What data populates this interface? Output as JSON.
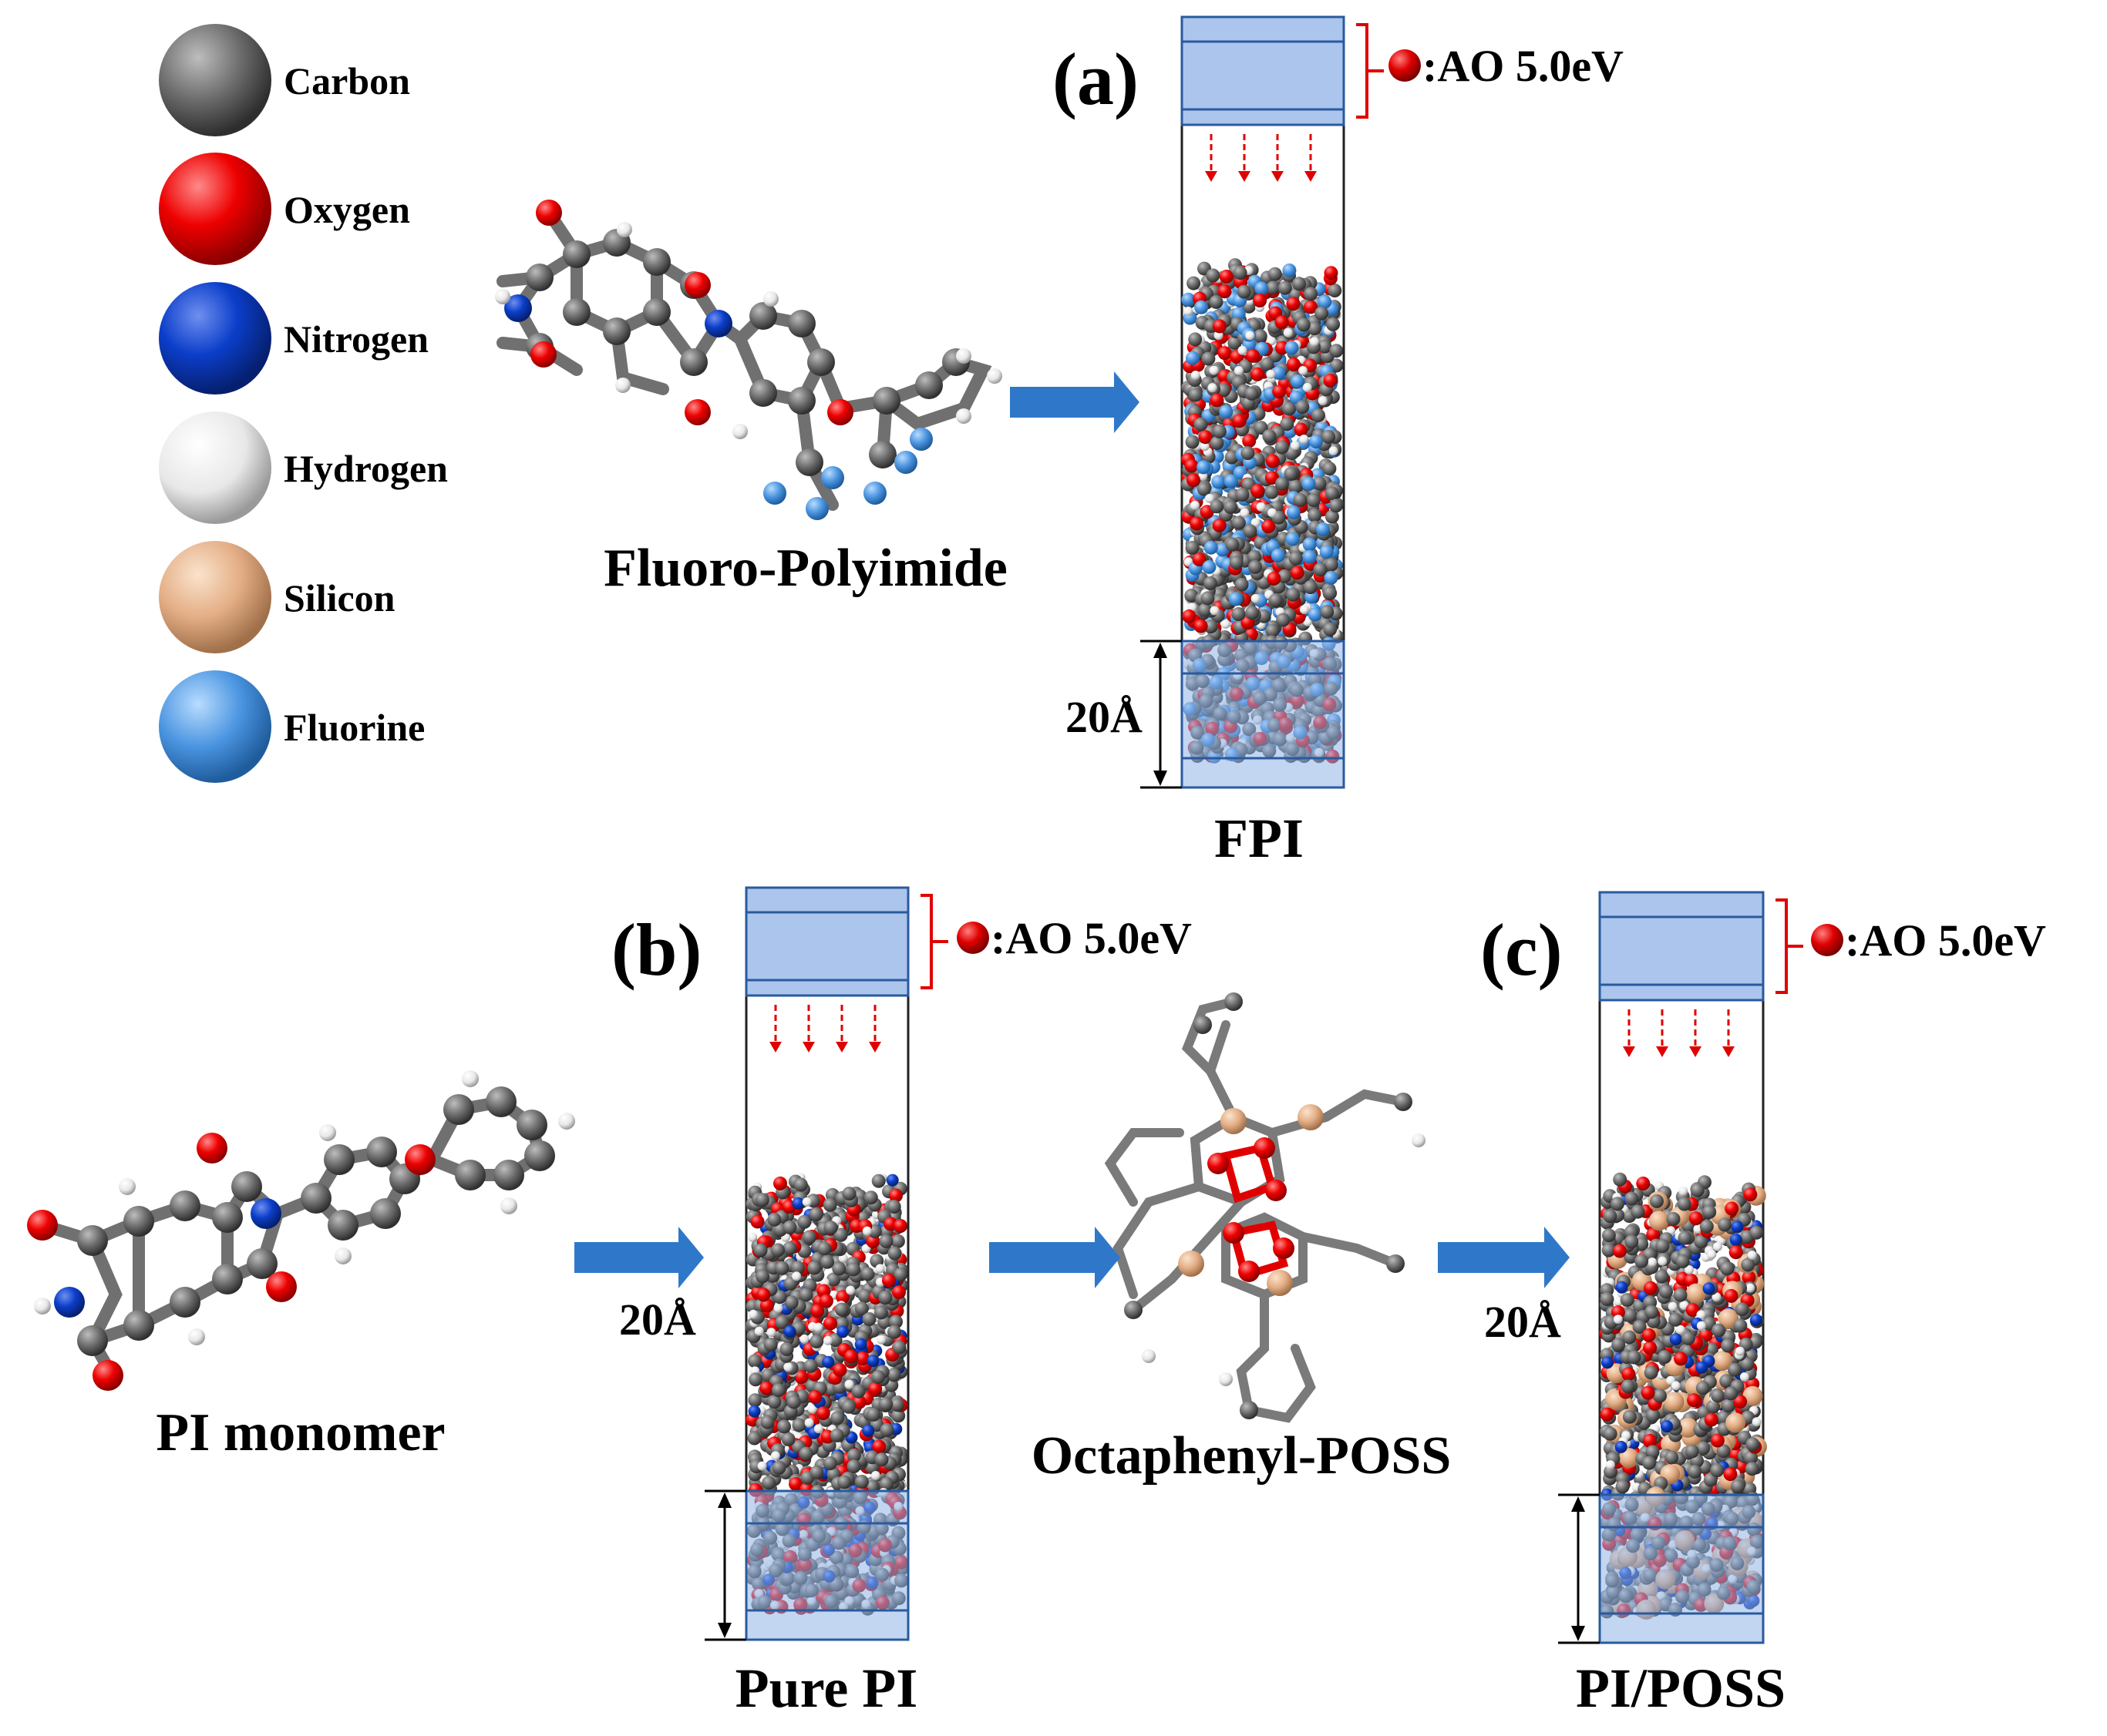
{
  "legend": {
    "items": [
      {
        "label": "Carbon",
        "color": "#6b6b6b",
        "icon": "carbon-sphere-icon"
      },
      {
        "label": "Oxygen",
        "color": "#e00000",
        "icon": "oxygen-sphere-icon"
      },
      {
        "label": "Nitrogen",
        "color": "#0b3ec9",
        "icon": "nitrogen-sphere-icon"
      },
      {
        "label": "Hydrogen",
        "color": "#f0f0f0",
        "icon": "hydrogen-sphere-icon"
      },
      {
        "label": "Silicon",
        "color": "#e8b48c",
        "icon": "silicon-sphere-icon"
      },
      {
        "label": "Fluorine",
        "color": "#4a94e0",
        "icon": "fluorine-sphere-icon"
      }
    ]
  },
  "molecules": {
    "fpi": "Fluoro-Polyimide",
    "pi": "PI monomer",
    "poss": "Octaphenyl-POSS"
  },
  "panels": {
    "a": {
      "tag": "(a)",
      "ao_label": ":AO 5.0eV",
      "thickness": "20Å",
      "name": "FPI"
    },
    "b": {
      "tag": "(b)",
      "ao_label": ":AO 5.0eV",
      "thickness": "20Å",
      "name": "Pure PI"
    },
    "c": {
      "tag": "(c)",
      "ao_label": ":AO 5.0eV",
      "thickness": "20Å",
      "name": "PI/POSS"
    }
  },
  "colors": {
    "arrow": "#2f78c9",
    "box_fill": "#8fb2e6",
    "box_stroke": "#2a5a9e",
    "ao_red": "#e00000",
    "carbon": "#6b6b6b",
    "oxygen": "#e00000",
    "nitrogen": "#0b3ec9",
    "hydrogen": "#f0f0f0",
    "silicon": "#e8b48c",
    "fluorine": "#4a94e0"
  }
}
